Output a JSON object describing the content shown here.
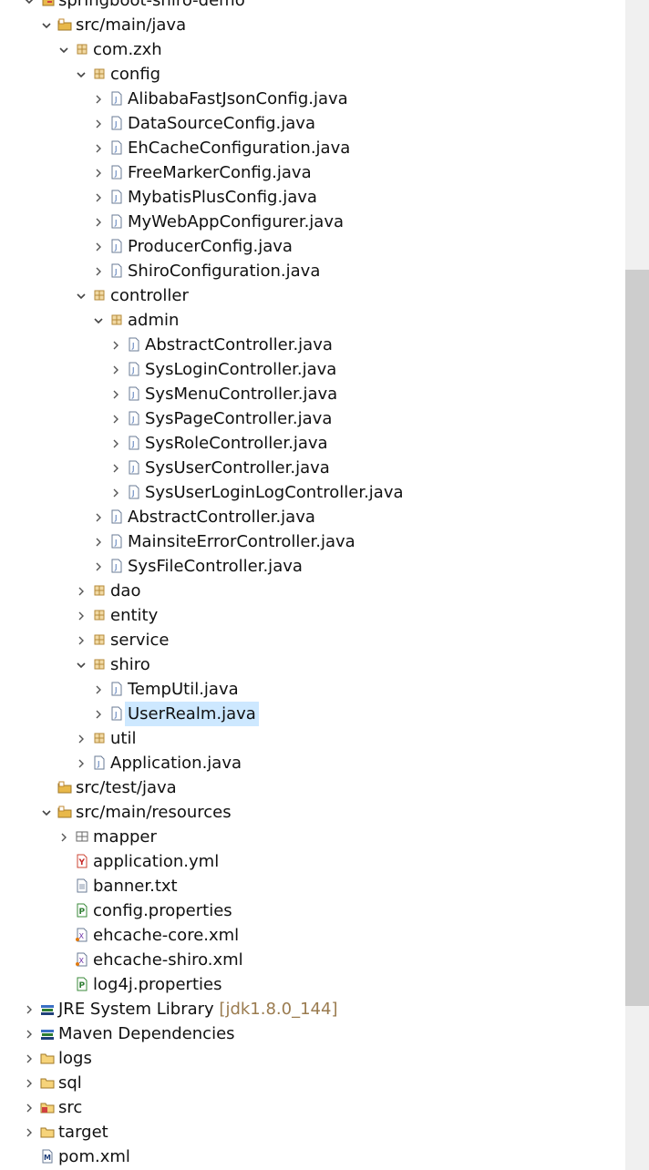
{
  "tree": [
    {
      "label": "springboot-shiro-demo",
      "icon": "project-icon",
      "level": 0,
      "toggle": "expanded"
    },
    {
      "label": "src/main/java",
      "icon": "source-folder-icon",
      "level": 1,
      "toggle": "expanded"
    },
    {
      "label": "com.zxh",
      "icon": "package-icon",
      "level": 2,
      "toggle": "expanded"
    },
    {
      "label": "config",
      "icon": "package-icon",
      "level": 3,
      "toggle": "expanded"
    },
    {
      "label": "AlibabaFastJsonConfig.java",
      "icon": "java-file-icon",
      "level": 4,
      "toggle": "collapsed"
    },
    {
      "label": "DataSourceConfig.java",
      "icon": "java-file-icon",
      "level": 4,
      "toggle": "collapsed"
    },
    {
      "label": "EhCacheConfiguration.java",
      "icon": "java-file-icon",
      "level": 4,
      "toggle": "collapsed"
    },
    {
      "label": "FreeMarkerConfig.java",
      "icon": "java-file-icon",
      "level": 4,
      "toggle": "collapsed"
    },
    {
      "label": "MybatisPlusConfig.java",
      "icon": "java-file-icon",
      "level": 4,
      "toggle": "collapsed"
    },
    {
      "label": "MyWebAppConfigurer.java",
      "icon": "java-file-icon",
      "level": 4,
      "toggle": "collapsed"
    },
    {
      "label": "ProducerConfig.java",
      "icon": "java-file-icon",
      "level": 4,
      "toggle": "collapsed"
    },
    {
      "label": "ShiroConfiguration.java",
      "icon": "java-file-icon",
      "level": 4,
      "toggle": "collapsed"
    },
    {
      "label": "controller",
      "icon": "package-icon",
      "level": 3,
      "toggle": "expanded"
    },
    {
      "label": "admin",
      "icon": "package-icon",
      "level": 4,
      "toggle": "expanded"
    },
    {
      "label": "AbstractController.java",
      "icon": "java-file-icon",
      "level": 5,
      "toggle": "collapsed"
    },
    {
      "label": "SysLoginController.java",
      "icon": "java-file-icon",
      "level": 5,
      "toggle": "collapsed"
    },
    {
      "label": "SysMenuController.java",
      "icon": "java-file-icon",
      "level": 5,
      "toggle": "collapsed"
    },
    {
      "label": "SysPageController.java",
      "icon": "java-file-icon",
      "level": 5,
      "toggle": "collapsed"
    },
    {
      "label": "SysRoleController.java",
      "icon": "java-file-icon",
      "level": 5,
      "toggle": "collapsed"
    },
    {
      "label": "SysUserController.java",
      "icon": "java-file-icon",
      "level": 5,
      "toggle": "collapsed"
    },
    {
      "label": "SysUserLoginLogController.java",
      "icon": "java-file-icon",
      "level": 5,
      "toggle": "collapsed"
    },
    {
      "label": "AbstractController.java",
      "icon": "java-file-icon",
      "level": 4,
      "toggle": "collapsed"
    },
    {
      "label": "MainsiteErrorController.java",
      "icon": "java-file-icon",
      "level": 4,
      "toggle": "collapsed"
    },
    {
      "label": "SysFileController.java",
      "icon": "java-file-icon",
      "level": 4,
      "toggle": "collapsed"
    },
    {
      "label": "dao",
      "icon": "package-icon",
      "level": 3,
      "toggle": "collapsed"
    },
    {
      "label": "entity",
      "icon": "package-icon",
      "level": 3,
      "toggle": "collapsed"
    },
    {
      "label": "service",
      "icon": "package-icon",
      "level": 3,
      "toggle": "collapsed"
    },
    {
      "label": "shiro",
      "icon": "package-icon",
      "level": 3,
      "toggle": "expanded"
    },
    {
      "label": "TempUtil.java",
      "icon": "java-file-icon",
      "level": 4,
      "toggle": "collapsed"
    },
    {
      "label": "UserRealm.java",
      "icon": "java-file-icon",
      "level": 4,
      "toggle": "collapsed",
      "selected": true
    },
    {
      "label": "util",
      "icon": "package-icon",
      "level": 3,
      "toggle": "collapsed"
    },
    {
      "label": "Application.java",
      "icon": "java-file-icon",
      "level": 3,
      "toggle": "collapsed"
    },
    {
      "label": "src/test/java",
      "icon": "source-folder-icon",
      "level": 1,
      "toggle": "none"
    },
    {
      "label": "src/main/resources",
      "icon": "source-folder-icon",
      "level": 1,
      "toggle": "expanded"
    },
    {
      "label": "mapper",
      "icon": "mapper-folder-icon",
      "level": 2,
      "toggle": "collapsed"
    },
    {
      "label": "application.yml",
      "icon": "yaml-file-icon",
      "level": 2,
      "toggle": "none"
    },
    {
      "label": "banner.txt",
      "icon": "text-file-icon",
      "level": 2,
      "toggle": "none"
    },
    {
      "label": "config.properties",
      "icon": "properties-file-icon",
      "level": 2,
      "toggle": "none"
    },
    {
      "label": "ehcache-core.xml",
      "icon": "xml-file-icon",
      "level": 2,
      "toggle": "none"
    },
    {
      "label": "ehcache-shiro.xml",
      "icon": "xml-file-icon",
      "level": 2,
      "toggle": "none"
    },
    {
      "label": "log4j.properties",
      "icon": "properties-file-icon",
      "level": 2,
      "toggle": "none"
    },
    {
      "label": "JRE System Library",
      "decoration": "[jdk1.8.0_144]",
      "icon": "library-icon",
      "level": 0,
      "toggle": "collapsed"
    },
    {
      "label": "Maven Dependencies",
      "icon": "library-icon",
      "level": 0,
      "toggle": "collapsed"
    },
    {
      "label": "logs",
      "icon": "folder-icon",
      "level": 0,
      "toggle": "collapsed"
    },
    {
      "label": "sql",
      "icon": "folder-icon",
      "level": 0,
      "toggle": "collapsed"
    },
    {
      "label": "src",
      "icon": "src-folder-icon",
      "level": 0,
      "toggle": "collapsed"
    },
    {
      "label": "target",
      "icon": "folder-icon",
      "level": 0,
      "toggle": "collapsed"
    },
    {
      "label": "pom.xml",
      "icon": "maven-pom-icon",
      "level": 0,
      "toggle": "none"
    }
  ],
  "colors": {
    "selection": "#cde8ff",
    "decoration": "#9a7b4f",
    "package": "#b58a3a",
    "folder": "#e8b84a"
  }
}
